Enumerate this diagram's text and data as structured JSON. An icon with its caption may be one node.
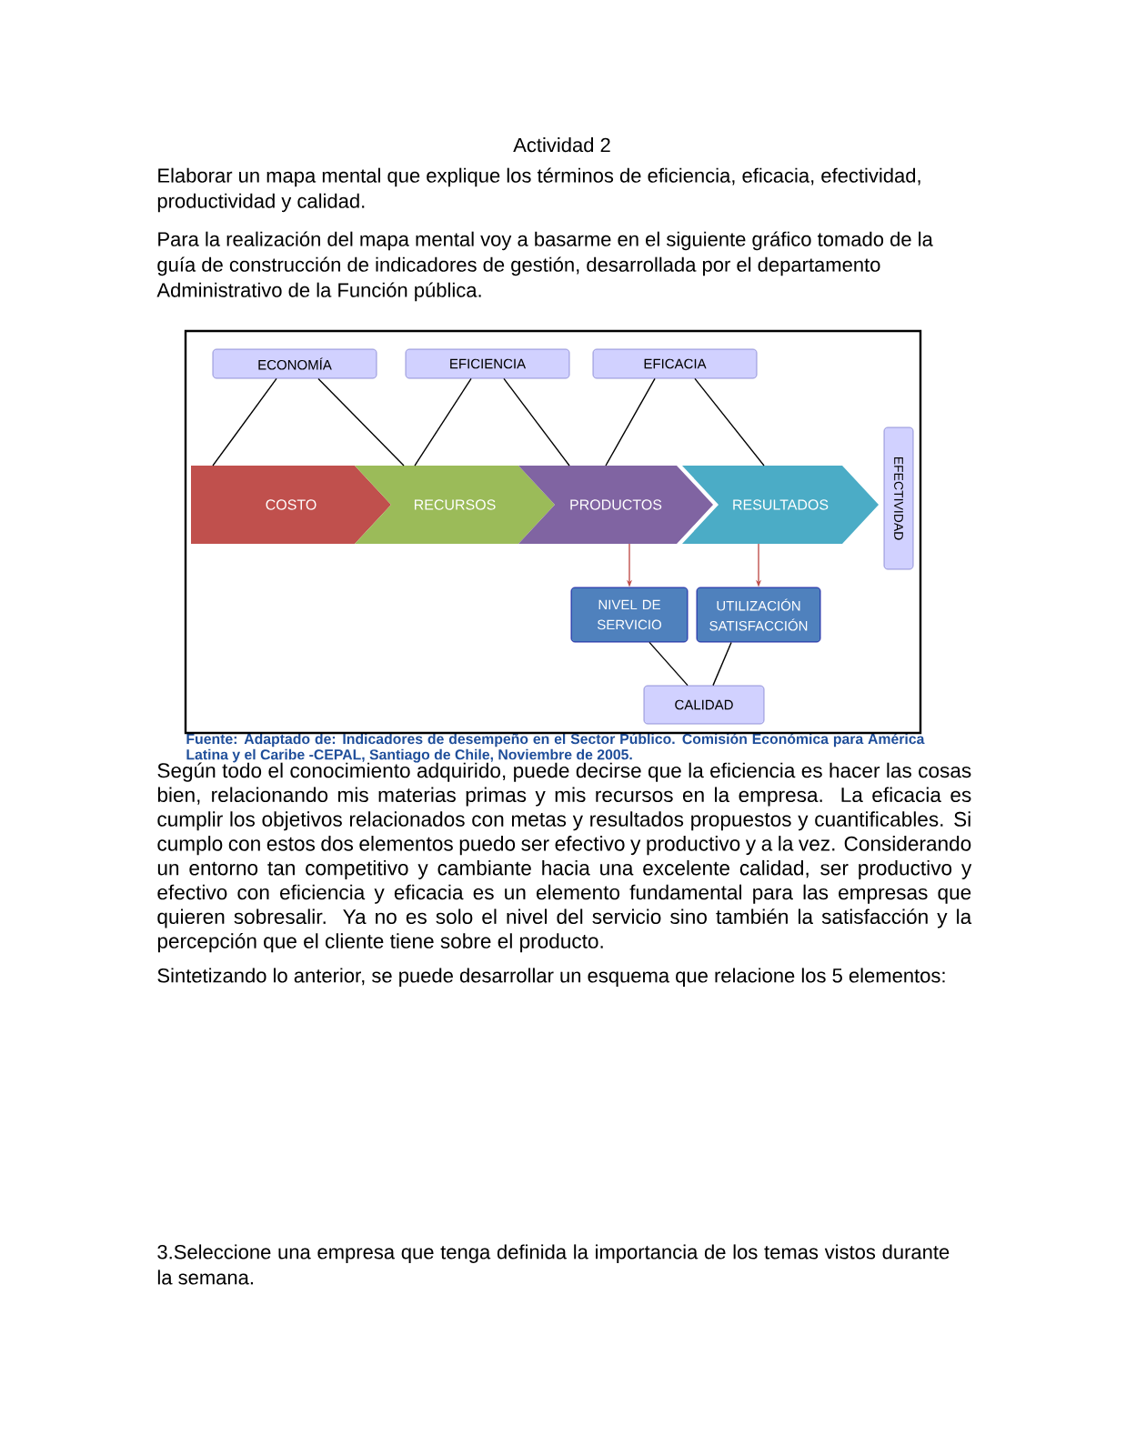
{
  "diagram": {
    "title": "Actividad 2",
    "nodes": [
      {
        "text": [
          "ECONOMÍA"
        ]
      },
      {
        "text": [
          "EFICIENCIA"
        ]
      },
      {
        "text": [
          "EFICACIA"
        ]
      },
      {
        "text": [
          "EFECTIVIDAD"
        ]
      },
      {
        "text": [
          "COSTO"
        ]
      },
      {
        "text": [
          "RECURSOS"
        ]
      },
      {
        "text": [
          "PRODUCTOS"
        ]
      },
      {
        "text": [
          "RESULTADOS"
        ]
      },
      {
        "text": [
          "NIVEL DE SERVICIO"
        ]
      },
      {
        "text": [
          "UTILIZACIÓN SATISFACCIÓN"
        ]
      },
      {
        "text": [
          "CALIDAD"
        ]
      }
    ],
    "edges": [
      {
        "from": 0,
        "to": 4,
        "arrow": "none"
      },
      {
        "from": 0,
        "to": 5,
        "arrow": "none"
      },
      {
        "from": 1,
        "to": 5,
        "arrow": "none"
      },
      {
        "from": 1,
        "to": 6,
        "arrow": "none"
      },
      {
        "from": 2,
        "to": 6,
        "arrow": "none"
      },
      {
        "from": 2,
        "to": 7,
        "arrow": "none"
      },
      {
        "from": 6,
        "to": 8,
        "arrow": "to",
        "color": "#c0504d"
      },
      {
        "from": 7,
        "to": 9,
        "arrow": "to",
        "color": "#c0504d"
      },
      {
        "from": 8,
        "to": 10,
        "arrow": "none"
      },
      {
        "from": 9,
        "to": 10,
        "arrow": "none"
      }
    ],
    "labels": [
      "Elaborar un mapa mental que explique los términos de eficiencia, eficacia, efectividad, productividad y calidad.",
      "Para la realización del mapa mental voy a basarme en el siguiente gráfico tomado de la guía de construcción de indicadores de gestión, desarrollada por el departamento Administrativo de la Función pública.",
      "Fuente: Adaptado de: Indicadores de desempeño en el Sector Público. Comisión Económica para América Latina y el Caribe -CEPAL, Santiago de Chile, Noviembre de 2005.",
      "Según todo el conocimiento adquirido, puede decirse que la eficiencia es hacer las cosas bien, relacionando mis materias primas y mis recursos en la empresa. La eficacia es cumplir los objetivos relacionados con metas y resultados propuestos y cuantificables. Si cumplo con estos dos elementos puedo ser efectivo y productivo y a la vez. Considerando un entorno tan competitivo y cambiante hacia una excelente calidad, ser productivo y efectivo con eficiencia y eficacia es un elemento fundamental para las empresas que quieren sobresalir. Ya no es solo el nivel del servicio sino también la satisfacción y la percepción que el cliente tiene sobre el producto.",
      "Sintetizando lo anterior, se puede desarrollar un esquema que relacione los 5 elementos:",
      "3.Seleccione una empresa que tenga definida la importancia de los temas vistos durante la semana."
    ]
  }
}
